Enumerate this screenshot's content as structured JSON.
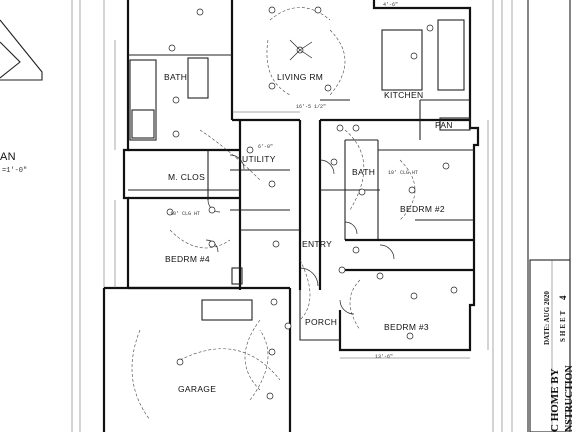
{
  "rooms": {
    "bath_master": "BATH",
    "living": "LIVING RM",
    "kitchen": "KITCHEN",
    "pan": "PAN",
    "utility": "UTILITY",
    "m_clos": "M. CLOS",
    "bath_hall": "BATH",
    "bedrm2": "BEDRM #2",
    "bedrm4": "BEDRM #4",
    "entry": "ENTRY",
    "porch": "PORCH",
    "bedrm3": "BEDRM #3",
    "garage": "GARAGE"
  },
  "left_label": {
    "line1": "AN",
    "line2": "=1'-0\""
  },
  "title_block": {
    "date": "DATE: AUG 2020",
    "sheet_label": "SHEET",
    "sheet_number": "4",
    "firm_line1": "C HOME BY",
    "firm_line2": "NSTRUCTION"
  }
}
